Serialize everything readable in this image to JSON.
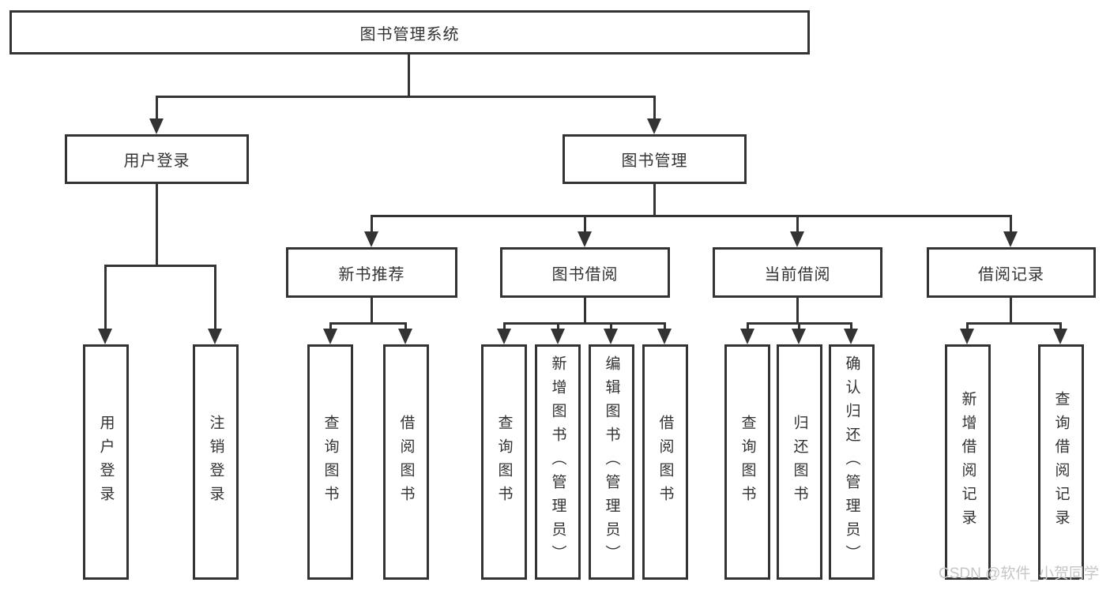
{
  "tree": {
    "root": "图书管理系统",
    "user_login": {
      "label": "用户登录",
      "children": [
        "用户登录",
        "注销登录"
      ]
    },
    "book_management": {
      "label": "图书管理",
      "groups": {
        "new_book": {
          "label": "新书推荐",
          "children": [
            "查询图书",
            "借阅图书"
          ]
        },
        "borrow": {
          "label": "图书借阅",
          "children": [
            "查询图书",
            "新增图书（管理员）",
            "编辑图书（管理员）",
            "借阅图书"
          ]
        },
        "current": {
          "label": "当前借阅",
          "children": [
            "查询图书",
            "归还图书",
            "确认归还（管理员）"
          ]
        },
        "records": {
          "label": "借阅记录",
          "children": [
            "新增借阅记录",
            "查询借阅记录"
          ]
        }
      }
    }
  },
  "watermark": "CSDN @软件_小贺同学",
  "colors": {
    "line": "#333333",
    "text": "#333333",
    "background": "#ffffff",
    "watermark": "#c6c6c6"
  }
}
